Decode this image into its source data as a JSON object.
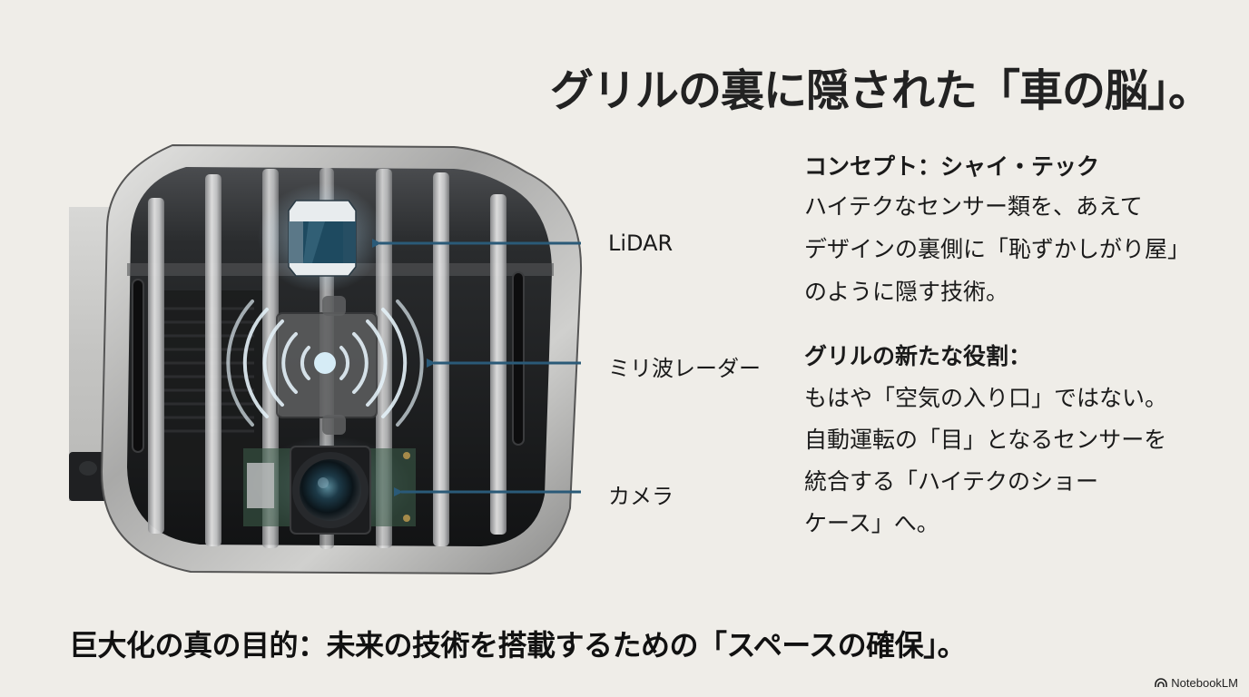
{
  "slide": {
    "title": "グリルの裏に隠された「車の脳」。",
    "colors": {
      "background": "#efede8",
      "arrow": "#2a5a78",
      "text": "#1a1a1a",
      "lidar_glass": "#1e4a60"
    },
    "illustration": {
      "alt": "car-front-grille-with-hidden-sensors",
      "callouts": [
        {
          "id": "lidar",
          "label": "LiDAR"
        },
        {
          "id": "radar",
          "label": "ミリ波レーダー"
        },
        {
          "id": "camera",
          "label": "カメラ"
        }
      ]
    },
    "concept": {
      "heading": "コンセプト：シャイ・テック",
      "lines": [
        "ハイテクなセンサー類を、あえて",
        "デザインの裏側に「恥ずかしがり屋」",
        "のように隠す技術。"
      ]
    },
    "role": {
      "heading": "グリルの新たな役割：",
      "lines": [
        "もはや「空気の入り口」ではない。",
        "自動運転の「目」となるセンサーを",
        "統合する「ハイテクのショー",
        "ケース」へ。"
      ]
    },
    "footer_statement": "巨大化の真の目的：未来の技術を搭載するための「スペースの確保」。",
    "brand": {
      "icon": "notebooklm-logo-icon",
      "name": "NotebookLM"
    }
  }
}
